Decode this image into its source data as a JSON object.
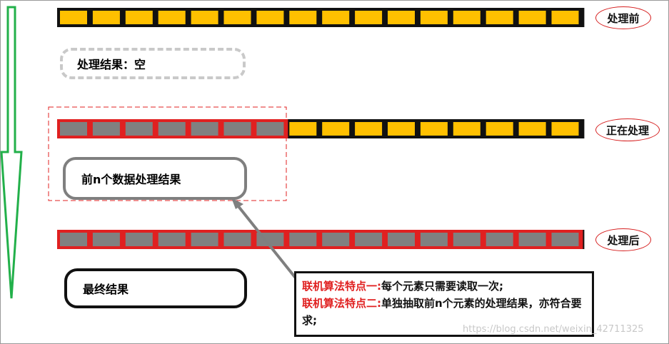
{
  "stages": {
    "before": "处理前",
    "processing": "正在处理",
    "after": "处理后"
  },
  "boxes": {
    "result_empty": "处理结果：空",
    "first_n_result": "前n个数据处理结果",
    "final_result": "最终结果"
  },
  "note": {
    "feature1_label": "联机算法特点一:",
    "feature1_text": "每个元素只需要读取一次;",
    "feature2_label": "联机算法特点二:",
    "feature2_text": "单独抽取前n个元素的处理结果，亦符合要求;"
  },
  "watermark": "https://blog.csdn.net/weixin_42711325",
  "arrays": {
    "cell_count": 16,
    "row_before_processed": 0,
    "row_processing_processed": 7,
    "row_after_processed": 16
  },
  "colors": {
    "unprocessed_cell": "#ffc000",
    "processed_cell": "#808080",
    "unprocessed_border": "#111111",
    "processed_border": "#e02020",
    "timeline_arrow": "#22b04a",
    "pointer_arrow": "#7f7f7f"
  }
}
